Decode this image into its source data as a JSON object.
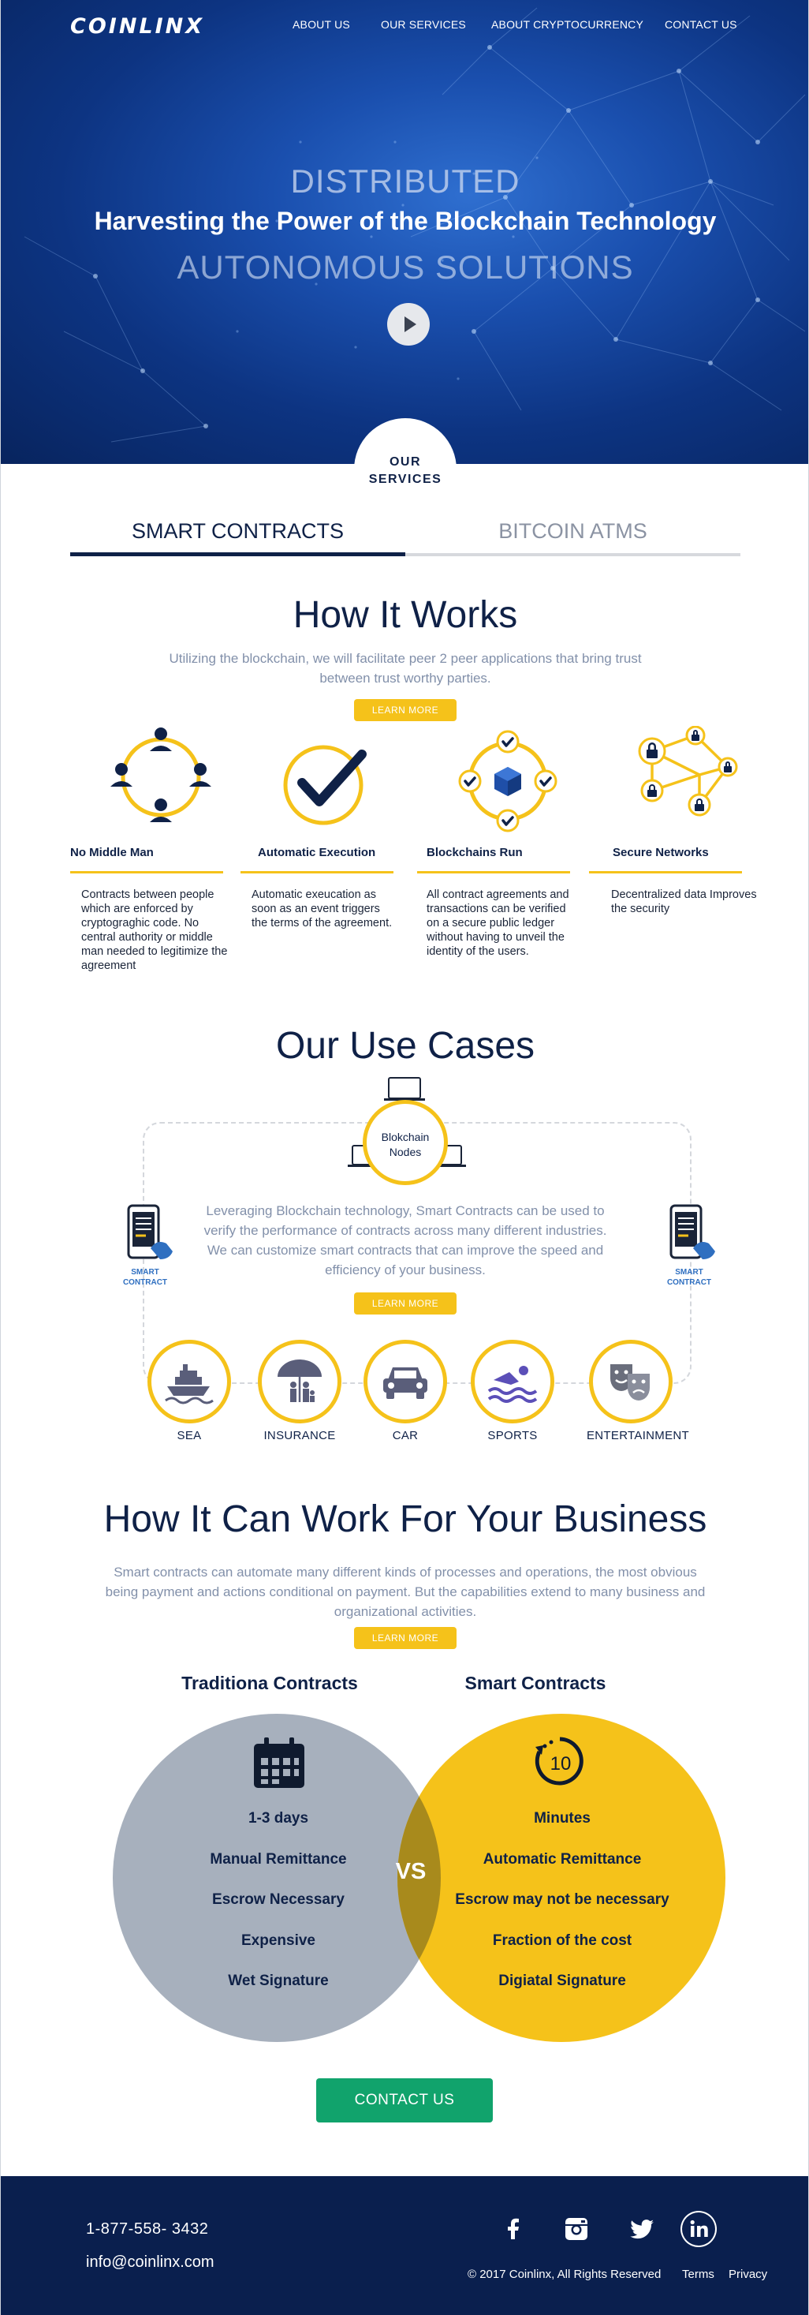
{
  "brand": {
    "logo": "COINLINX"
  },
  "nav": [
    {
      "label": "ABOUT US"
    },
    {
      "label": "OUR SERVICES"
    },
    {
      "label": "ABOUT CRYPTOCURRENCY"
    },
    {
      "label": "CONTACT US"
    }
  ],
  "hero": {
    "line1": "DISTRIBUTED",
    "line2": "Harvesting the Power of the Blockchain Technology",
    "line3": "AUTONOMOUS SOLUTIONS",
    "badge_line1": "OUR",
    "badge_line2": "SERVICES"
  },
  "tabs": [
    {
      "label": "SMART CONTRACTS",
      "active": true
    },
    {
      "label": "BITCOIN ATMS",
      "active": false
    }
  ],
  "how_it_works": {
    "title": "How It Works",
    "description": "Utilizing the blockchain, we will facilitate peer 2 peer applications that bring trust between trust worthy parties.",
    "button": "LEARN MORE",
    "features": [
      {
        "icon": "network-users-icon",
        "title": "No Middle Man",
        "description": "Contracts between people which are enforced by cryptograghic code. No central authority or middle man needed to legitimize the agreement"
      },
      {
        "icon": "checkmark-icon",
        "title": "Automatic Execution",
        "description": "Automatic exeucation as soon as an event triggers the terms of the agreement."
      },
      {
        "icon": "blockchain-cube-icon",
        "title": "Blockchains Run",
        "description": "All contract agreements and transactions can be verified on a secure public ledger without having to unveil the identity of the users."
      },
      {
        "icon": "secure-network-lock-icon",
        "title": "Secure Networks",
        "description": "Decentralized data Improves the security"
      }
    ]
  },
  "use_cases": {
    "title": "Our Use Cases",
    "node_label_1": "Blokchain",
    "node_label_2": "Nodes",
    "phone_label_1": "SMART",
    "phone_label_2": "CONTRACT",
    "description": "Leveraging Blockchain technology, Smart Contracts can be used to verify the performance of contracts across many different industries. We can customize smart contracts that can improve the speed and efficiency of your business.",
    "button": "LEARN MORE",
    "items": [
      {
        "icon": "ship-icon",
        "label": "SEA"
      },
      {
        "icon": "umbrella-family-icon",
        "label": "INSURANCE"
      },
      {
        "icon": "car-icon",
        "label": "CAR"
      },
      {
        "icon": "swimmer-icon",
        "label": "SPORTS"
      },
      {
        "icon": "theater-masks-icon",
        "label": "ENTERTAINMENT"
      }
    ]
  },
  "business": {
    "title": "How It Can Work For Your Business",
    "description": "Smart contracts can automate many different kinds of processes and operations, the most obvious being payment and actions conditional on payment. But the capabilities extend to many business and organizational activities.",
    "button": "LEARN MORE",
    "traditional": {
      "heading": "Traditiona Contracts",
      "items": [
        "1-3 days",
        "Manual Remittance",
        "Escrow Necessary",
        "Expensive",
        "Wet Signature"
      ]
    },
    "smart": {
      "heading": "Smart Contracts",
      "timer_value": "10",
      "items": [
        "Minutes",
        "Automatic Remittance",
        "Escrow may not be necessary",
        "Fraction of the cost",
        "Digiatal Signature"
      ]
    },
    "vs": "VS",
    "cta": "CONTACT US",
    "colors": {
      "traditional": "#a7b0bd",
      "smart": "#f5c21a",
      "overlap": "#a88a1c"
    }
  },
  "footer": {
    "phone": "1-877-558- 3432",
    "email": "info@coinlinx.com",
    "copyright": "© 2017 Coinlinx, All Rights Reserved",
    "links": [
      "Terms",
      "Privacy"
    ],
    "social": [
      {
        "icon": "facebook-icon"
      },
      {
        "icon": "instagram-icon"
      },
      {
        "icon": "twitter-icon"
      },
      {
        "icon": "linkedin-icon"
      }
    ]
  }
}
